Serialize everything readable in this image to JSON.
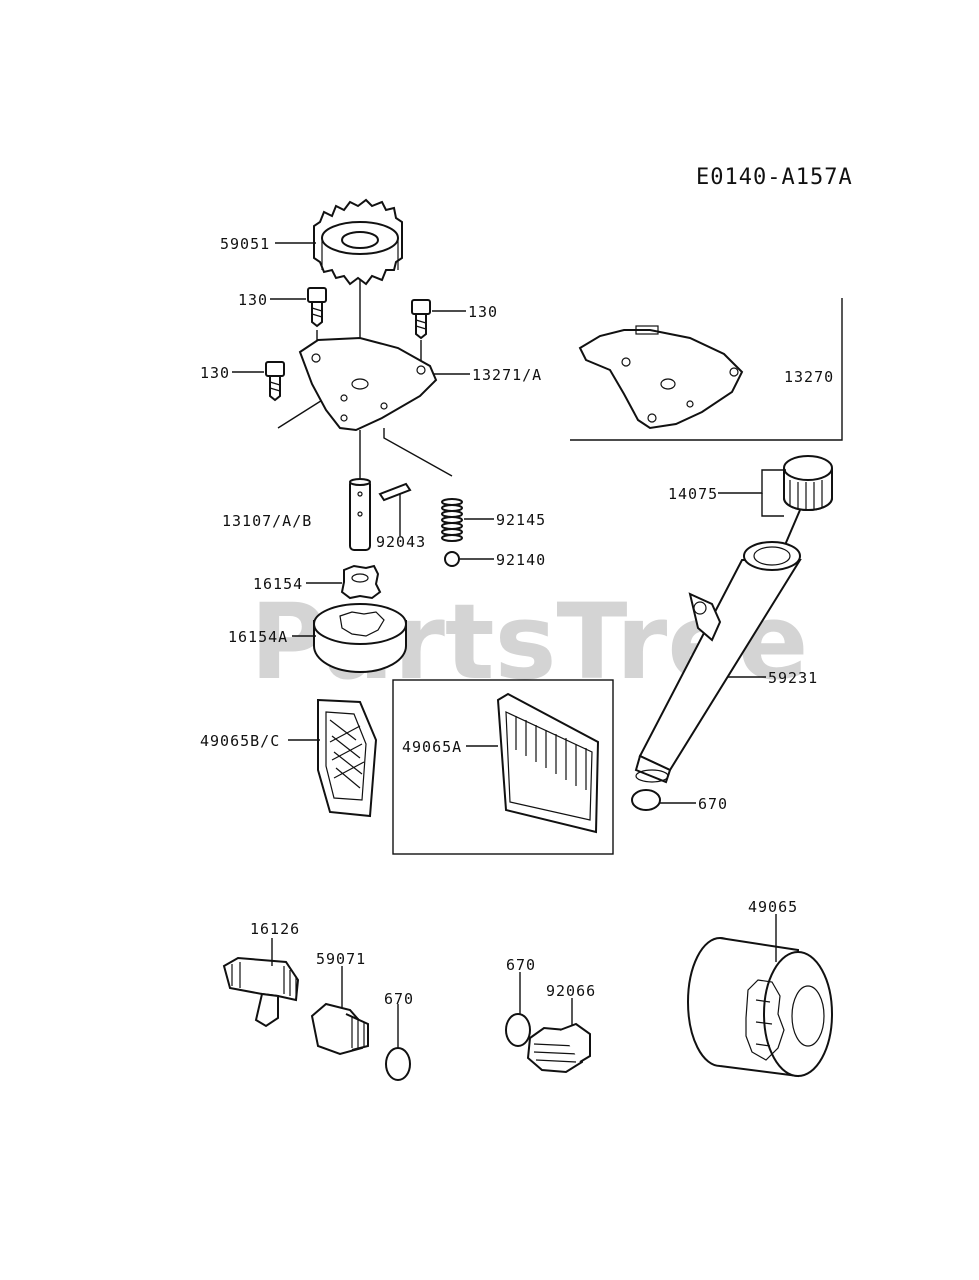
{
  "diagram": {
    "code": "E0140-A157A",
    "watermark": "PartsTree",
    "labels": {
      "p59051": "59051",
      "p130a": "130",
      "p130b": "130",
      "p130c": "130",
      "p13271A": "13271/A",
      "p13270": "13270",
      "p13107AB": "13107/A/B",
      "p92043": "92043",
      "p92145": "92145",
      "p92140": "92140",
      "p16154": "16154",
      "p16154A": "16154A",
      "p14075": "14075",
      "p59231": "59231",
      "p49065BC": "49065B/C",
      "p49065A": "49065A",
      "p670a": "670",
      "p16126": "16126",
      "p59071": "59071",
      "p670b": "670",
      "p670c": "670",
      "p92066": "92066",
      "p49065": "49065"
    }
  }
}
